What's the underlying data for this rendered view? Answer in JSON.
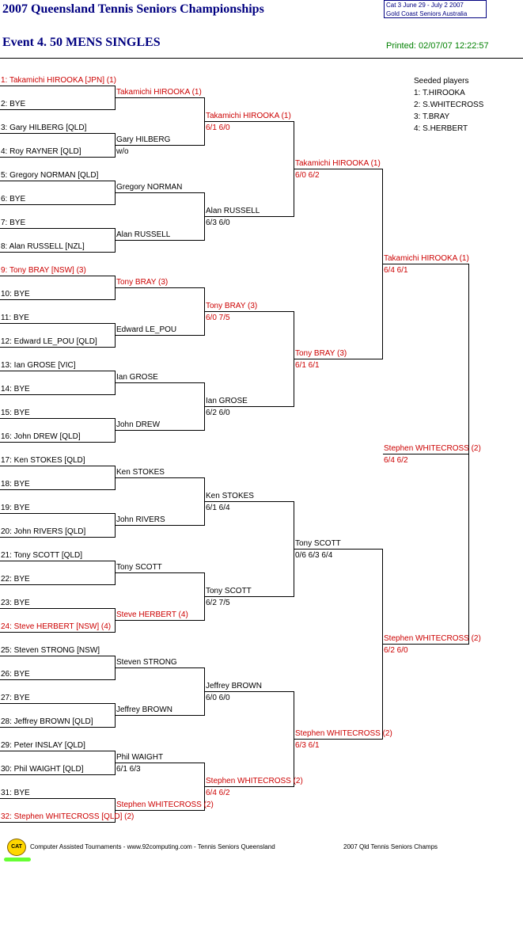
{
  "header": {
    "title": "2007 Queensland Tennis Seniors Championships",
    "event": "Event 4. 50 MENS SINGLES",
    "cat_line1": "Cat 3    June 29 - July 2 2007",
    "cat_line2": "Gold Coast Seniors    Australia",
    "printed": "Printed: 02/07/07 12:22:57"
  },
  "seeds": {
    "title": "Seeded players",
    "items": [
      "1: T.HIROOKA",
      "2: S.WHITECROSS",
      "3: T.BRAY",
      "4: S.HERBERT"
    ]
  },
  "round1": [
    {
      "text": "1: Takamichi HIROOKA [JPN] (1)",
      "seed": true
    },
    {
      "text": "2: BYE",
      "seed": false
    },
    {
      "text": "3: Gary HILBERG [QLD]",
      "seed": false
    },
    {
      "text": "4: Roy RAYNER [QLD]",
      "seed": false
    },
    {
      "text": "5: Gregory NORMAN [QLD]",
      "seed": false
    },
    {
      "text": "6: BYE",
      "seed": false
    },
    {
      "text": "7: BYE",
      "seed": false
    },
    {
      "text": "8: Alan RUSSELL [NZL]",
      "seed": false
    },
    {
      "text": "9: Tony BRAY [NSW] (3)",
      "seed": true
    },
    {
      "text": "10: BYE",
      "seed": false
    },
    {
      "text": "11: BYE",
      "seed": false
    },
    {
      "text": "12: Edward LE_POU [QLD]",
      "seed": false
    },
    {
      "text": "13: Ian GROSE [VIC]",
      "seed": false
    },
    {
      "text": "14: BYE",
      "seed": false
    },
    {
      "text": "15: BYE",
      "seed": false
    },
    {
      "text": "16: John DREW [QLD]",
      "seed": false
    },
    {
      "text": "17: Ken STOKES [QLD]",
      "seed": false
    },
    {
      "text": "18: BYE",
      "seed": false
    },
    {
      "text": "19: BYE",
      "seed": false
    },
    {
      "text": "20: John RIVERS [QLD]",
      "seed": false
    },
    {
      "text": "21: Tony SCOTT [QLD]",
      "seed": false
    },
    {
      "text": "22: BYE",
      "seed": false
    },
    {
      "text": "23: BYE",
      "seed": false
    },
    {
      "text": "24: Steve HERBERT [NSW] (4)",
      "seed": true
    },
    {
      "text": "25: Steven STRONG [NSW]",
      "seed": false
    },
    {
      "text": "26: BYE",
      "seed": false
    },
    {
      "text": "27: BYE",
      "seed": false
    },
    {
      "text": "28: Jeffrey BROWN [QLD]",
      "seed": false
    },
    {
      "text": "29: Peter INSLAY [QLD]",
      "seed": false
    },
    {
      "text": "30: Phil WAIGHT [QLD]",
      "seed": false
    },
    {
      "text": "31: BYE",
      "seed": false
    },
    {
      "text": "32: Stephen WHITECROSS [QLD] (2)",
      "seed": true
    }
  ],
  "round2": [
    {
      "name": "Takamichi HIROOKA (1)",
      "score": "",
      "seed": true
    },
    {
      "name": "Gary HILBERG",
      "score": "w/o",
      "seed": false
    },
    {
      "name": "Gregory NORMAN",
      "score": "",
      "seed": false
    },
    {
      "name": "Alan RUSSELL",
      "score": "",
      "seed": false
    },
    {
      "name": "Tony BRAY (3)",
      "score": "",
      "seed": true
    },
    {
      "name": "Edward LE_POU",
      "score": "",
      "seed": false
    },
    {
      "name": "Ian GROSE",
      "score": "",
      "seed": false
    },
    {
      "name": "John DREW",
      "score": "",
      "seed": false
    },
    {
      "name": "Ken STOKES",
      "score": "",
      "seed": false
    },
    {
      "name": "John RIVERS",
      "score": "",
      "seed": false
    },
    {
      "name": "Tony SCOTT",
      "score": "",
      "seed": false
    },
    {
      "name": "Steve HERBERT (4)",
      "score": "",
      "seed": true
    },
    {
      "name": "Steven STRONG",
      "score": "",
      "seed": false
    },
    {
      "name": "Jeffrey BROWN",
      "score": "",
      "seed": false
    },
    {
      "name": "Phil WAIGHT",
      "score": "6/1 6/3",
      "seed": false
    },
    {
      "name": "Stephen WHITECROSS (2)",
      "score": "",
      "seed": true
    }
  ],
  "round3": [
    {
      "name": "Takamichi HIROOKA (1)",
      "score": "6/1 6/0",
      "seed": true
    },
    {
      "name": "Alan RUSSELL",
      "score": "6/3 6/0",
      "seed": false
    },
    {
      "name": "Tony BRAY (3)",
      "score": "6/0 7/5",
      "seed": true
    },
    {
      "name": "Ian GROSE",
      "score": "6/2 6/0",
      "seed": false
    },
    {
      "name": "Ken STOKES",
      "score": "6/1 6/4",
      "seed": false
    },
    {
      "name": "Tony SCOTT",
      "score": "6/2 7/5",
      "seed": false
    },
    {
      "name": "Jeffrey BROWN",
      "score": "6/0 6/0",
      "seed": false
    },
    {
      "name": "Stephen WHITECROSS (2)",
      "score": "6/4 6/2",
      "seed": true
    }
  ],
  "round4": [
    {
      "name": "Takamichi HIROOKA (1)",
      "score": "6/0 6/2",
      "seed": true
    },
    {
      "name": "Tony BRAY (3)",
      "score": "6/1 6/1",
      "seed": true
    },
    {
      "name": "Tony SCOTT",
      "score": "0/6 6/3 6/4",
      "seed": false
    },
    {
      "name": "Stephen WHITECROSS (2)",
      "score": "6/3 6/1",
      "seed": true
    }
  ],
  "round5": [
    {
      "name": "Takamichi HIROOKA (1)",
      "score": "6/4 6/1",
      "seed": true
    },
    {
      "name": "Stephen WHITECROSS (2)",
      "score": "6/2 6/0",
      "seed": true
    }
  ],
  "final": {
    "name": "Stephen WHITECROSS (2)",
    "score": "6/4 6/2",
    "seed": true
  },
  "footer": {
    "logo": "CAT",
    "text1": "Computer Assisted Tournaments - www.92computing.com -  Tennis Seniors Queensland",
    "text2": "2007 Qld Tennis Seniors Champs"
  }
}
